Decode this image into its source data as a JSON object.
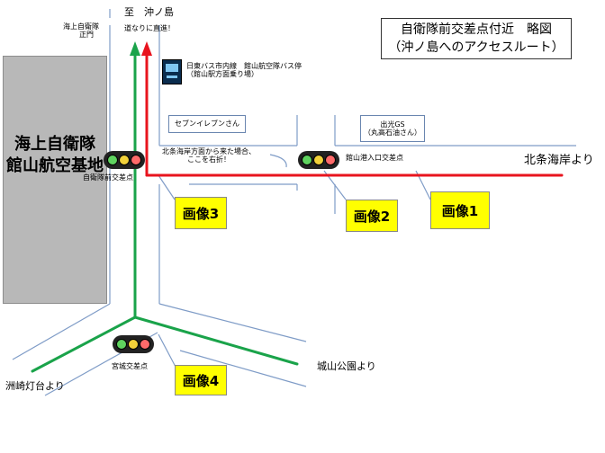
{
  "title": {
    "line1": "自衛隊前交差点付近　略図",
    "line2": "（沖ノ島へのアクセスルート）"
  },
  "base": {
    "line1": "海上自衛隊",
    "line2": "館山航空基地"
  },
  "labels": {
    "to_okinoshima": "至　沖ノ島",
    "go_straight": "道なりに直進！",
    "gate_line1": "海上自衛隊",
    "gate_line2": "正門",
    "bus_line1": "日東バス市内線　館山航空隊バス停",
    "bus_line2": "（館山駅方面乗り場）",
    "turn_right_line1": "北条海岸方面から来た場合、",
    "turn_right_line2": "ここを右折！",
    "jieitaimae": "自衛隊前交差点",
    "tateyamako": "館山港入口交差点",
    "from_hojo": "北条海岸より",
    "miyagi": "宮城交差点",
    "from_shiroyama": "城山公園より",
    "from_sunosaki": "洲崎灯台より"
  },
  "shops": {
    "seven": "セブンイレブンさん",
    "idemitsu_line1": "出光GS",
    "idemitsu_line2": "（丸高石油さん）"
  },
  "image_labels": {
    "img1": "画像1",
    "img2": "画像2",
    "img3": "画像3",
    "img4": "画像4"
  },
  "colors": {
    "red_route": "#e8141e",
    "green_route": "#1aa34a",
    "road_edge": "#7f9cc7",
    "marker_yellow": "#ffff00"
  }
}
